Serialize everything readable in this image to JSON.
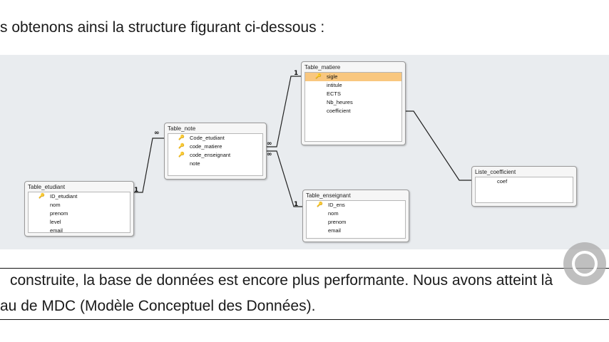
{
  "text": {
    "top": "s obtenons ainsi la structure figurant ci-dessous :",
    "bottom1": "construite, la base de données est encore plus performante. Nous avons atteint là",
    "bottom2": "au de MDC (Modèle Conceptuel des Données)."
  },
  "tables": {
    "etudiant": {
      "title": "Table_etudiant",
      "fields": [
        {
          "name": "ID_etudiant",
          "key": true
        },
        {
          "name": "nom",
          "key": false
        },
        {
          "name": "prenom",
          "key": false
        },
        {
          "name": "level",
          "key": false
        },
        {
          "name": "email",
          "key": false
        }
      ]
    },
    "note": {
      "title": "Table_note",
      "fields": [
        {
          "name": "Code_etudiant",
          "key": true
        },
        {
          "name": "code_matiere",
          "key": true
        },
        {
          "name": "code_enseignant",
          "key": true
        },
        {
          "name": "note",
          "key": false
        }
      ]
    },
    "matiere": {
      "title": "Table_matiere",
      "fields": [
        {
          "name": "sigle",
          "key": true,
          "selected": true
        },
        {
          "name": "intitule",
          "key": false
        },
        {
          "name": "ECTS",
          "key": false
        },
        {
          "name": "Nb_heures",
          "key": false
        },
        {
          "name": "coefficient",
          "key": false
        }
      ]
    },
    "enseignant": {
      "title": "Table_enseignant",
      "fields": [
        {
          "name": "ID_ens",
          "key": true
        },
        {
          "name": "nom",
          "key": false
        },
        {
          "name": "prenom",
          "key": false
        },
        {
          "name": "email",
          "key": false
        }
      ]
    },
    "coefficient": {
      "title": "Liste_coefficient",
      "fields": [
        {
          "name": "coef",
          "key": false
        }
      ]
    }
  },
  "relations": {
    "one": "1",
    "many": "∞"
  },
  "colors": {
    "diagram_bg": "#e9ecef",
    "selected_field": "#f9c77f",
    "key_icon": "#b58a00"
  }
}
